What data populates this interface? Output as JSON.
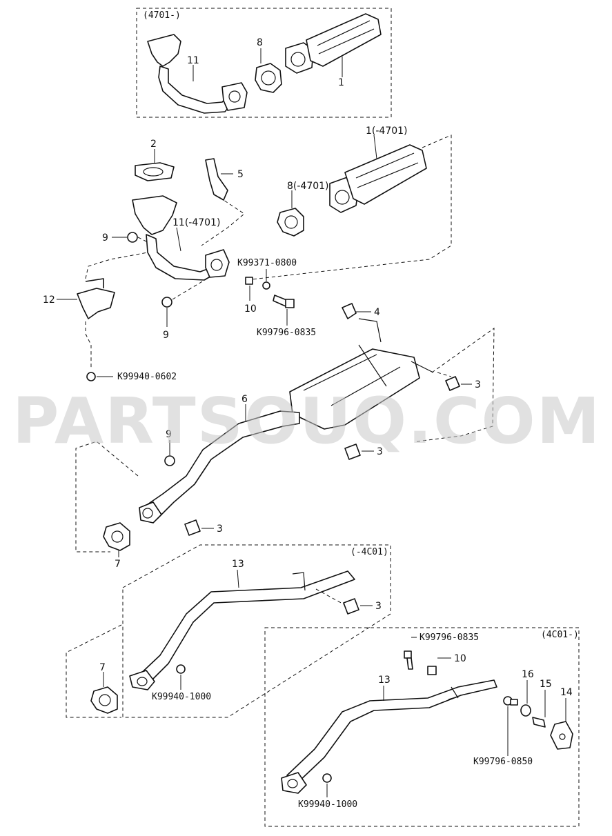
{
  "watermark": "PARTSOUQ.COM",
  "group_labels": {
    "top_box": "(4701-)",
    "middle_box": "(-4C01)",
    "bottom_box": "(4C01-)"
  },
  "callouts": {
    "p11_top": "11",
    "p8_top": "8",
    "p1_top": "1",
    "p2": "2",
    "p5": "5",
    "p1_mid": "1(-4701)",
    "p8_mid": "8(-4701)",
    "p11_mid": "11(-4701)",
    "p9_a": "9",
    "p12": "12",
    "p9_b": "9",
    "k99371": "K99371-0800",
    "p10_a": "10",
    "k99796_a": "K99796-0835",
    "p4": "4",
    "k99940_a": "K99940-0602",
    "p3_a": "3",
    "p6": "6",
    "p9_c": "9",
    "p3_b": "3",
    "p3_c": "3",
    "p7_a": "7",
    "p13_a": "13",
    "p3_d": "3",
    "p7_b": "7",
    "k99940_b": "K99940-1000",
    "k99796_b": "K99796-0835",
    "p10_b": "10",
    "p13_b": "13",
    "p16": "16",
    "p15": "15",
    "p14": "14",
    "k99796_c": "K99796-0850",
    "k99940_c": "K99940-1000"
  }
}
